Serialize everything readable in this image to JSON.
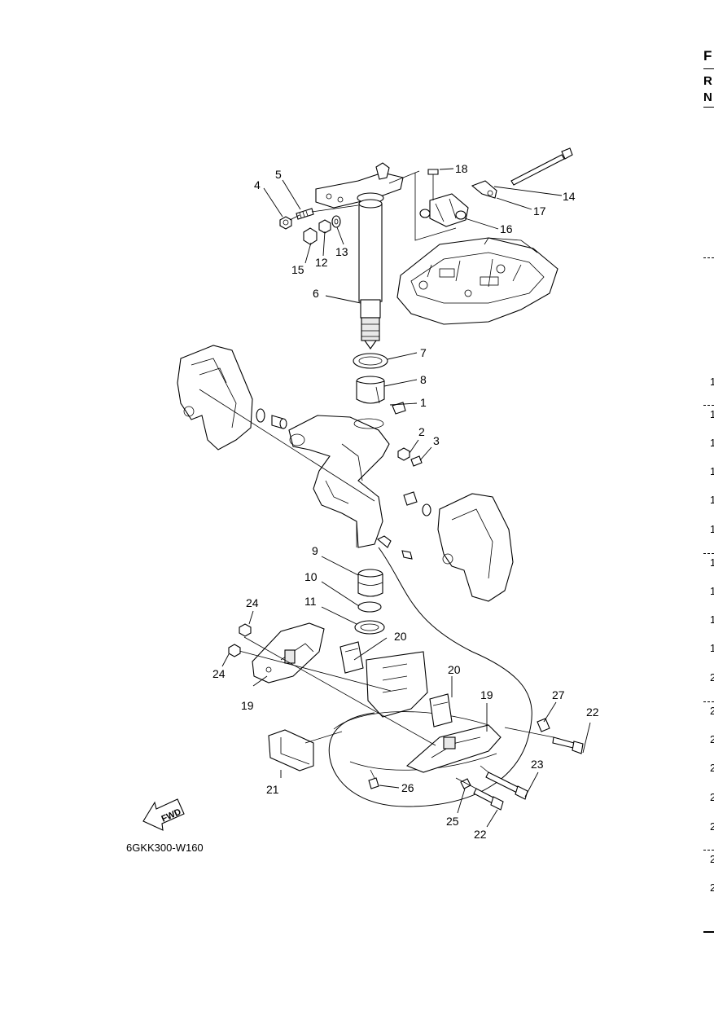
{
  "diagram_code": "6GKK300-W160",
  "fwd_label": "FWD",
  "edge": {
    "letters": [
      "F",
      "R",
      "N"
    ],
    "row_numbers": [
      "1",
      "1",
      "1",
      "1",
      "1",
      "1",
      "1",
      "1",
      "1",
      "1",
      "2",
      "2",
      "2",
      "2",
      "2",
      "2",
      "2",
      "2"
    ]
  },
  "callouts": [
    "1",
    "2",
    "3",
    "4",
    "5",
    "6",
    "7",
    "8",
    "9",
    "10",
    "11",
    "12",
    "13",
    "14",
    "15",
    "16",
    "17",
    "18",
    "19",
    "19",
    "20",
    "20",
    "21",
    "22",
    "22",
    "23",
    "24",
    "24",
    "25",
    "26",
    "27"
  ]
}
